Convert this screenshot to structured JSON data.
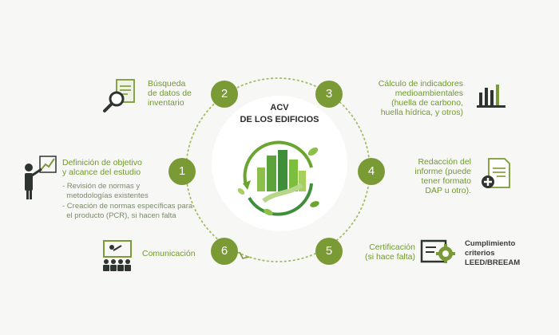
{
  "center": {
    "title_line1": "ACV",
    "title_line2": "DE LOS EDIFICIOS"
  },
  "steps": [
    {
      "number": "1",
      "label": "Definición de objetivo\ny alcance del estudio",
      "bullets": [
        "- Revisión de normas y\n  metodologías existentes",
        "- Creación de normas específicas para\n  el producto (PCR), si hacen falta"
      ]
    },
    {
      "number": "2",
      "label": "Búsqueda\nde datos de\ninventario"
    },
    {
      "number": "3",
      "label": "Cálculo de indicadores\nmedioambientales\n(huella de carbono,\nhuella hídrica, y otros)"
    },
    {
      "number": "4",
      "label": "Redacción del\ninforme (puede\ntener formato\nDAP u otro)."
    },
    {
      "number": "5",
      "label": "Certificación\n(si  hace falta)",
      "extra": "Cumplimiento\ncriterios\nLEED/BREEAM"
    },
    {
      "number": "6",
      "label": "Comunicación"
    }
  ],
  "colors": {
    "green": "#7a9a36",
    "label_green": "#6f9a2c",
    "dark": "#2b2b2b",
    "icon": "#2e3530"
  },
  "icons": [
    "magnifier-document-icon",
    "bar-chart-icon",
    "document-add-icon",
    "certification-gear-icon",
    "audience-presentation-icon",
    "presenter-chart-icon",
    "green-city-icon"
  ]
}
